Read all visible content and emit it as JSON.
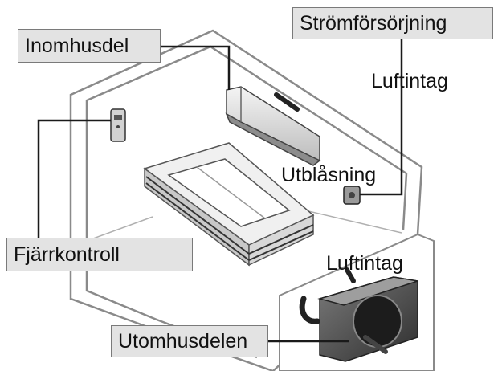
{
  "labels": {
    "indoor_unit": "Inomhusdel",
    "power_supply": "Strömförsörjning",
    "air_intake_top": "Luftintag",
    "air_outlet": "Utblåsning",
    "remote_control": "Fjärrkontroll",
    "air_intake_bottom": "Luftintag",
    "outdoor_unit": "Utomhusdelen"
  },
  "colors": {
    "line": "#1a1a1a",
    "label_fill": "#e3e3e3",
    "outline": "#777777"
  }
}
